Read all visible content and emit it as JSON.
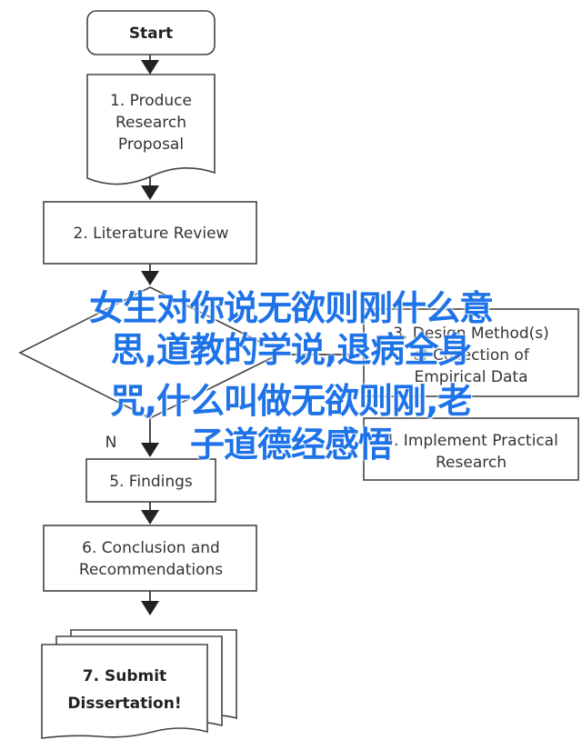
{
  "diagram": {
    "start": "Start",
    "step1": [
      "1. Produce",
      "Research",
      "Proposal"
    ],
    "step2": "2. Literature Review",
    "step3": [
      "3. Design Method(s)",
      "of Collection of",
      "Empirical Data"
    ],
    "step3_branch": "N",
    "step4": [
      "4. Implement Practical",
      "Research"
    ],
    "step5": "5. Findings",
    "step6": [
      "6. Conclusion and",
      "Recommendations"
    ],
    "step7": [
      "7. Submit",
      "Dissertation!"
    ]
  },
  "overlay": {
    "lines": [
      "女生对你说无欲则刚什么意",
      "思,道教的学说,退病全身",
      "咒,什么叫做无欲则刚,老",
      "子道德经感悟"
    ],
    "color": "#1e73e8"
  }
}
